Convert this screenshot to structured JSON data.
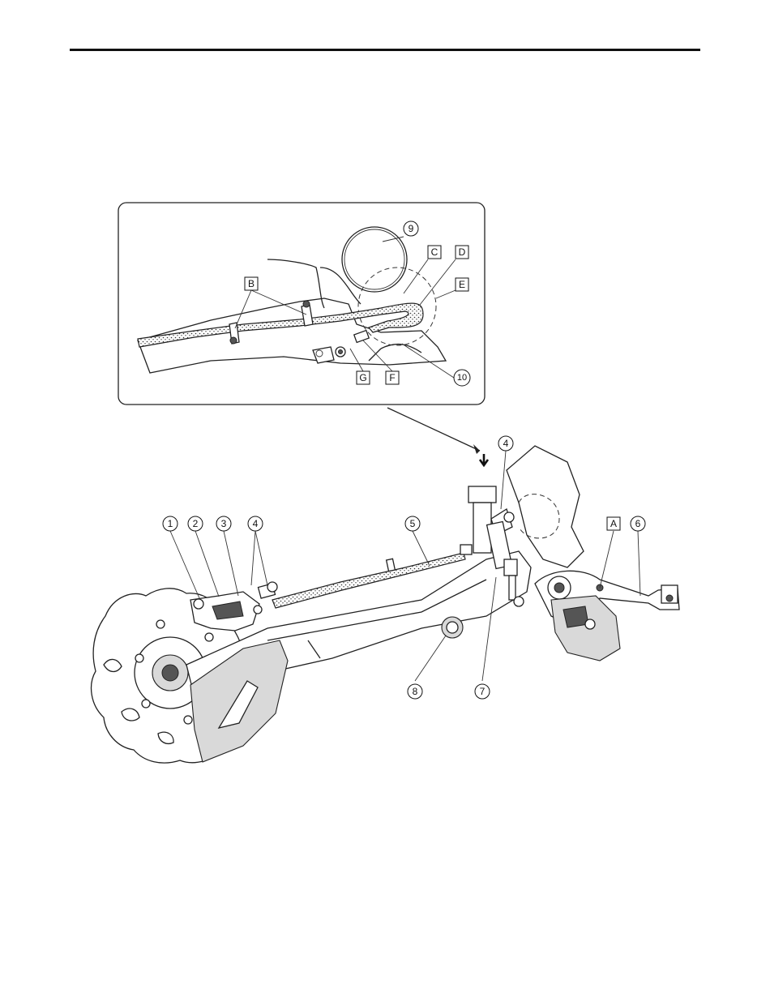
{
  "callouts": {
    "n1": "1",
    "n2": "2",
    "n3": "3",
    "n4": "4",
    "n5": "5",
    "n6": "6",
    "n7": "7",
    "n8": "8",
    "n9": "9",
    "n10": "10"
  },
  "letters": {
    "A": "A",
    "B": "B",
    "C": "C",
    "D": "D",
    "E": "E",
    "F": "F",
    "G": "G"
  }
}
